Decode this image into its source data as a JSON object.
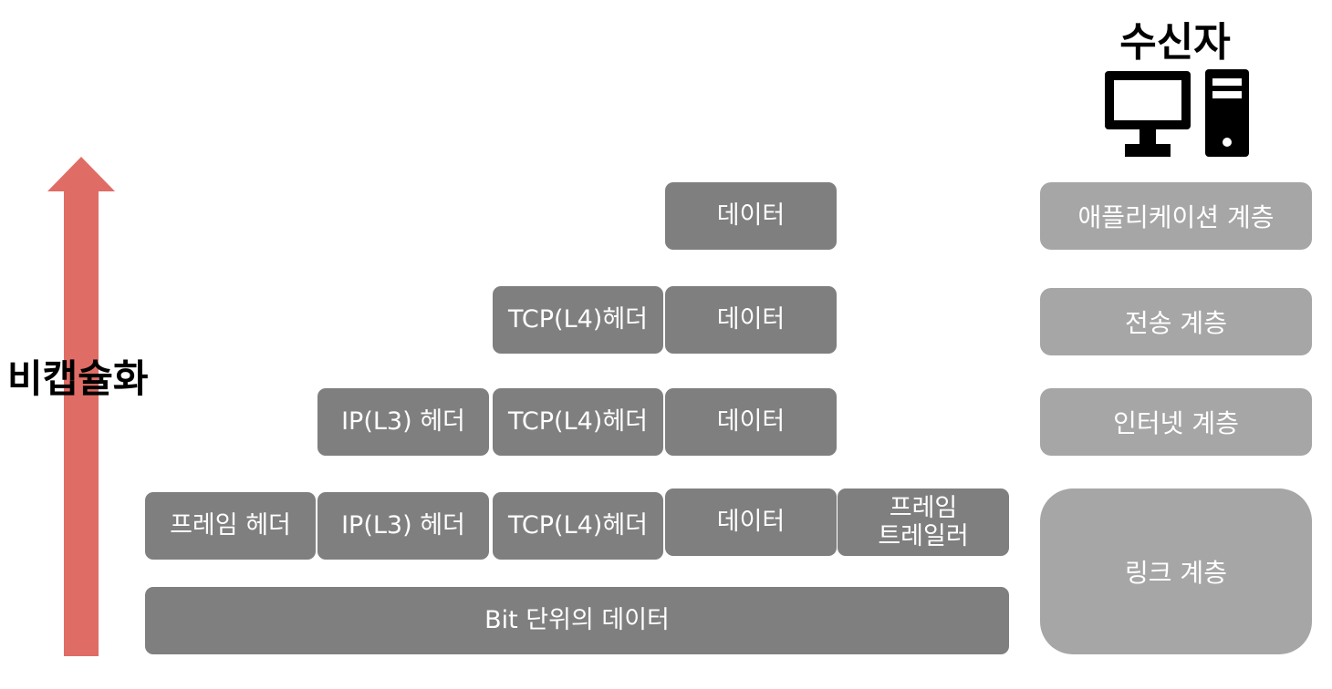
{
  "receiver": {
    "label": "수신자",
    "icon": "computer-icon"
  },
  "process": {
    "label": "비캡슐화",
    "arrow_color": "#e06c66",
    "arrow_direction": "up"
  },
  "colors": {
    "block": "#7f7f7f",
    "layer": "#a6a6a6",
    "text": "#ffffff"
  },
  "rows": {
    "application": {
      "data": "데이터",
      "layer": "애플리케이션 계층"
    },
    "transport": {
      "tcp_header": "TCP(L4)헤더",
      "data": "데이터",
      "layer": "전송 계층"
    },
    "internet": {
      "ip_header": "IP(L3) 헤더",
      "tcp_header": "TCP(L4)헤더",
      "data": "데이터",
      "layer": "인터넷 계층"
    },
    "link": {
      "frame_header": "프레임 헤더",
      "ip_header": "IP(L3) 헤더",
      "tcp_header": "TCP(L4)헤더",
      "data": "데이터",
      "frame_trailer": "프레임\n트레일러",
      "layer": "링크 계층"
    },
    "bits": {
      "data": "Bit 단위의 데이터"
    }
  }
}
